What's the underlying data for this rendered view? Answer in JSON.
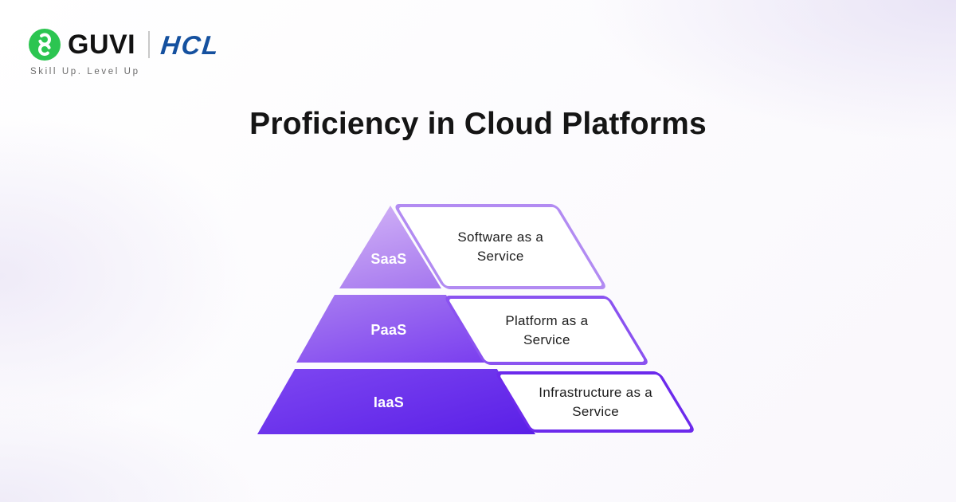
{
  "brand": {
    "guvi": "GUVI",
    "hcl": "HCL",
    "tagline": "Skill Up. Level Up",
    "guvi_green": "#2CC551",
    "hcl_blue": "#15519F",
    "divider_color": "#C9C9C9"
  },
  "title": "Proficiency in Cloud Platforms",
  "pyramid": {
    "layers": [
      {
        "label": "SaaS",
        "description": "Software as a\nService",
        "fill_top": "#D2B3F6",
        "fill_bottom": "#A577EF",
        "plate_border": "#B28BF2"
      },
      {
        "label": "PaaS",
        "description": "Platform as a\nService",
        "fill_top": "#A87DF1",
        "fill_bottom": "#7A3EEF",
        "plate_border": "#8A52F0"
      },
      {
        "label": "IaaS",
        "description": "Infrastructure as a\nService",
        "fill_top": "#7E47F1",
        "fill_bottom": "#5A1FE7",
        "plate_border": "#6C2AEC"
      }
    ]
  }
}
